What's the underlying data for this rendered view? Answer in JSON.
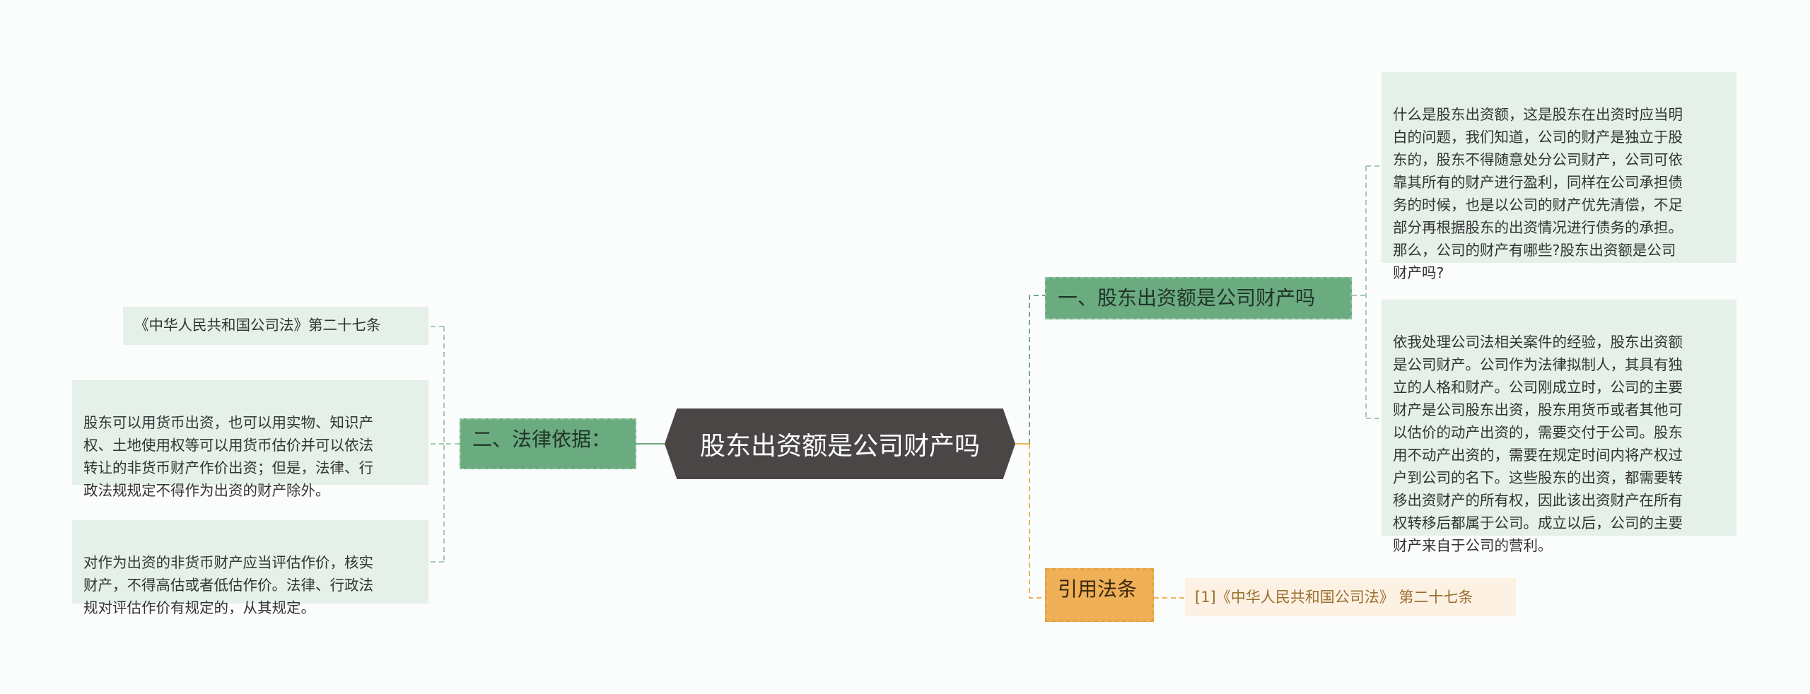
{
  "root": {
    "title": "股东出资额是公司财产吗"
  },
  "right": {
    "branch1": {
      "label": "一、股东出资额是公司财产吗",
      "leaves": [
        "什么是股东出资额，这是股东在出资时应当明\n白的问题，我们知道，公司的财产是独立于股\n东的，股东不得随意处分公司财产，公司可依\n靠其所有的财产进行盈利，同样在公司承担债\n务的时候，也是以公司的财产优先清偿，不足\n部分再根据股东的出资情况进行债务的承担。\n那么，公司的财产有哪些?股东出资额是公司\n财产吗?",
        "依我处理公司法相关案件的经验，股东出资额\n是公司财产。公司作为法律拟制人，其具有独\n立的人格和财产。公司刚成立时，公司的主要\n财产是公司股东出资，股东用货币或者其他可\n以估价的动产出资的，需要交付于公司。股东\n用不动产出资的，需要在规定时间内将产权过\n户到公司的名下。这些股东的出资，都需要转\n移出资财产的所有权，因此该出资财产在所有\n权转移后都属于公司。成立以后，公司的主要\n财产来自于公司的营利。"
      ]
    },
    "citations": {
      "label": "引用法条",
      "leaves": [
        "[1]《中华人民共和国公司法》 第二十七条"
      ]
    }
  },
  "left": {
    "branch2": {
      "label": "二、法律依据：",
      "leaves": [
        "《中华人民共和国公司法》第二十七条",
        "股东可以用货币出资，也可以用实物、知识产\n权、土地使用权等可以用货币估价并可以依法\n转让的非货币财产作价出资；但是，法律、行\n政法规规定不得作为出资的财产除外。",
        "对作为出资的非货币财产应当评估作价，核实\n财产，不得高估或者低估作价。法律、行政法\n规对评估作价有规定的，从其规定。"
      ]
    }
  },
  "colors": {
    "green_branch": "#6bab80",
    "green_leaf": "#e4f0e8",
    "orange_branch": "#f0b057",
    "root": "#4a4646"
  }
}
